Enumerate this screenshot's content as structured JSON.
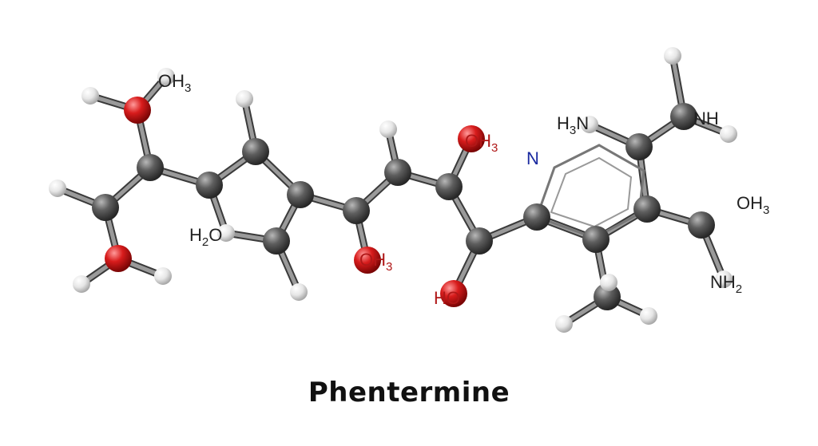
{
  "caption": "Phentermine",
  "colors": {
    "carbon": "#5a5a5a",
    "oxygen": "#d41a1a",
    "hydrogen": "#e8e8e8",
    "bond": "#7a7a7a",
    "label_dark": "#222222",
    "label_red": "#b01818",
    "label_blue": "#1a2aa0"
  },
  "labels": {
    "oh3_top_left": {
      "main": "OH",
      "sub": "3"
    },
    "h2o_left": {
      "pre": "H",
      "sub": "2",
      "main": "O"
    },
    "oh3_center": {
      "main": "OH",
      "sub": "3"
    },
    "oh3_top_mid": {
      "main": "OH",
      "sub": "3"
    },
    "ho_bottom": {
      "main": "HO"
    },
    "n_ring": {
      "main": "N"
    },
    "h3n_right": {
      "pre": "H",
      "sub": "3",
      "main": "N"
    },
    "nh_right": {
      "main": "NH"
    },
    "oh3_right": {
      "main": "OH",
      "sub": "3"
    },
    "nh2_right": {
      "main": "NH",
      "sub": "2"
    }
  }
}
